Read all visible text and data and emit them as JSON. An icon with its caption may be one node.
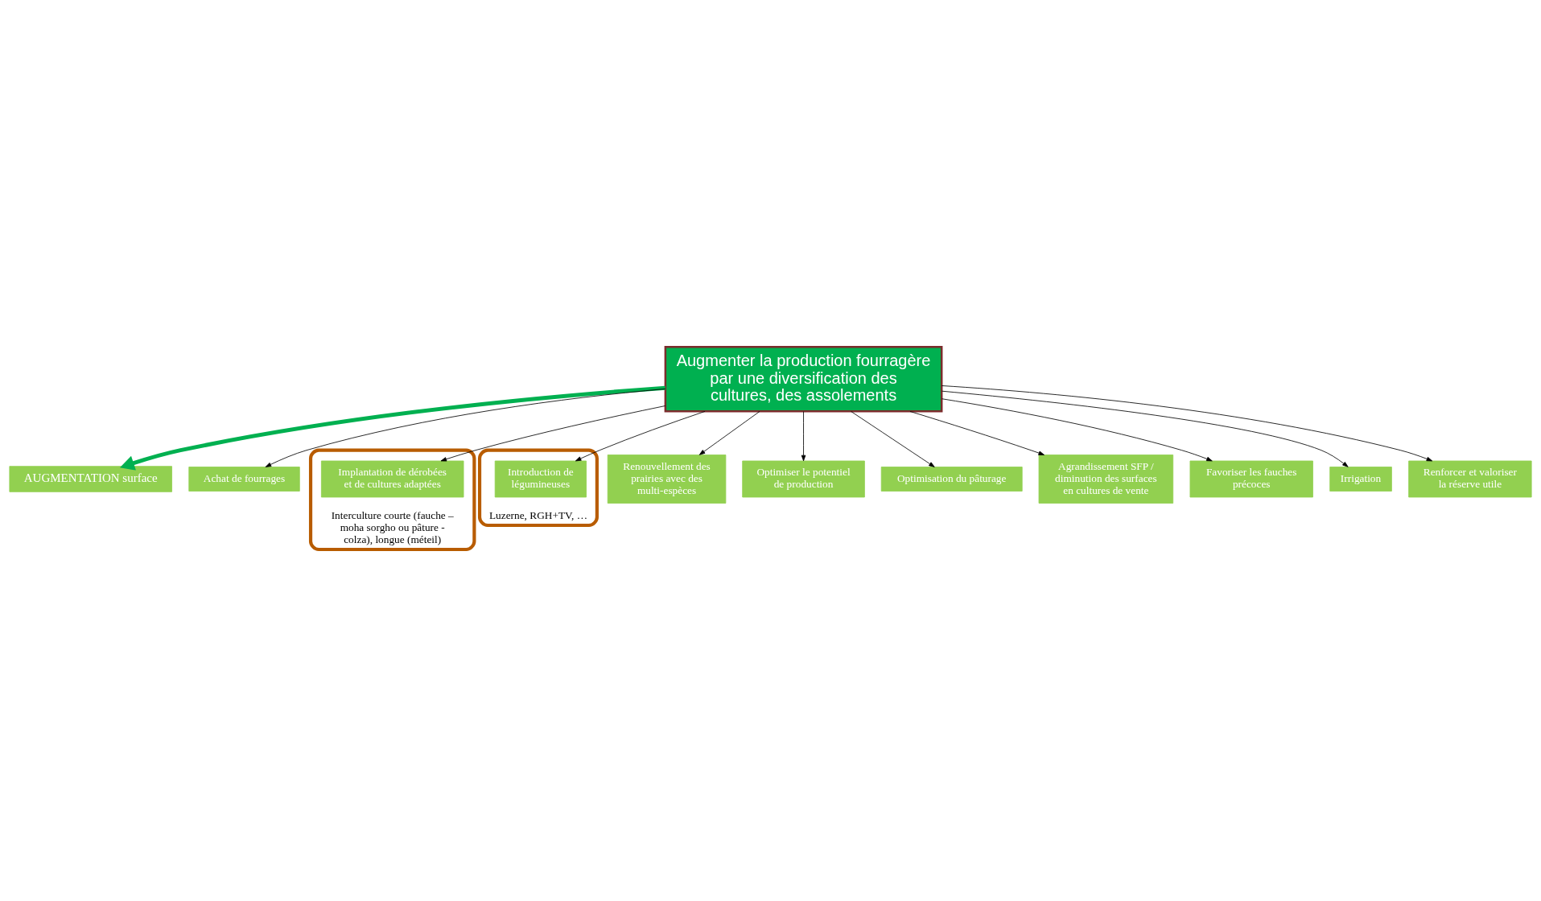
{
  "diagram": {
    "nodes": [
      {
        "text": [
          "Augmenter la production fourragère par une diversification des cultures, des assolements"
        ]
      },
      {
        "text": [
          "AUGMENTATION surface"
        ]
      },
      {
        "text": [
          "Achat de fourrages"
        ]
      },
      {
        "text": [
          "Interculture courte (fauche – moha sorgho ou pâture - colza), longue (méteil)"
        ]
      },
      {
        "text": [
          "Implantation de dérobées et de cultures adaptées"
        ],
        "in": 3
      },
      {
        "text": [
          "Luzerne, RGH+TV, …"
        ]
      },
      {
        "text": [
          "Introduction de légumineuses"
        ],
        "in": 5
      },
      {
        "text": [
          "Renouvellement des prairies avec des multi-espèces"
        ]
      },
      {
        "text": [
          "Optimiser le potentiel de production"
        ]
      },
      {
        "text": [
          "Optimisation du pâturage"
        ]
      },
      {
        "text": [
          "Agrandissement SFP / diminution des surfaces en cultures de vente"
        ]
      },
      {
        "text": [
          "Favoriser les fauches précoces"
        ]
      },
      {
        "text": [
          "Irrigation"
        ]
      },
      {
        "text": [
          "Renforcer et valoriser la réserve utile"
        ]
      }
    ],
    "edges": [
      {
        "from": 0,
        "to": 1,
        "arrow": "to",
        "style": "thick",
        "color": "#00b050"
      },
      {
        "from": 0,
        "to": 2,
        "arrow": "to"
      },
      {
        "from": 0,
        "to": 4,
        "arrow": "to"
      },
      {
        "from": 0,
        "to": 6,
        "arrow": "to"
      },
      {
        "from": 0,
        "to": 7,
        "arrow": "to"
      },
      {
        "from": 0,
        "to": 8,
        "arrow": "to"
      },
      {
        "from": 0,
        "to": 9,
        "arrow": "to"
      },
      {
        "from": 0,
        "to": 10,
        "arrow": "to"
      },
      {
        "from": 0,
        "to": 11,
        "arrow": "to"
      },
      {
        "from": 0,
        "to": 12,
        "arrow": "to"
      },
      {
        "from": 0,
        "to": 13,
        "arrow": "to"
      }
    ]
  }
}
